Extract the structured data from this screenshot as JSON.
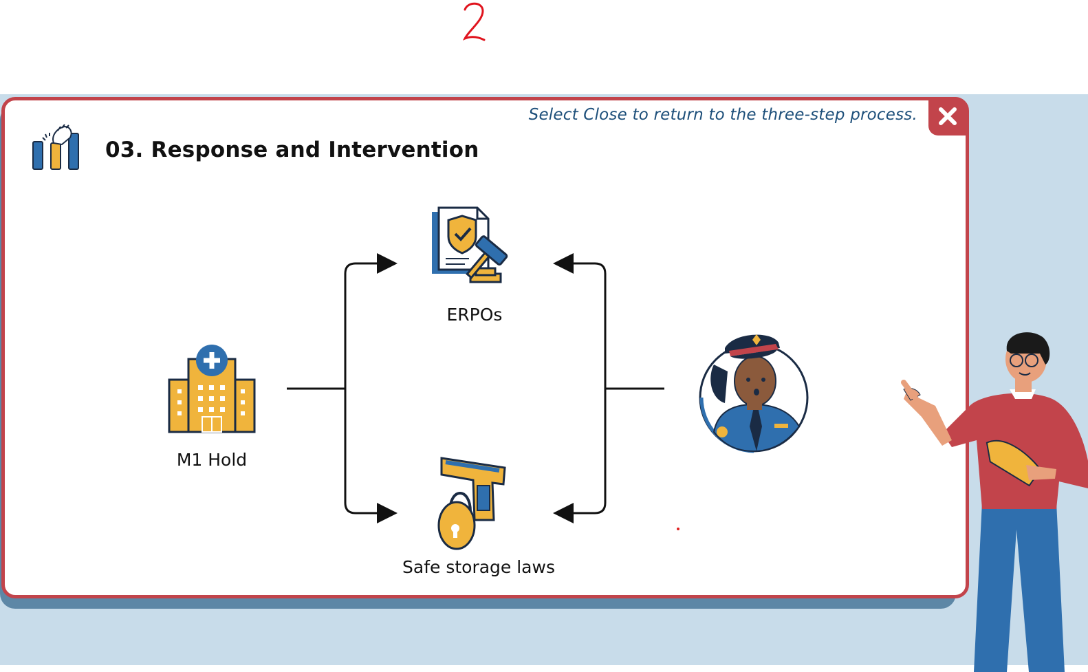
{
  "annotation": {
    "mark": "2"
  },
  "dialog": {
    "instruction": "Select Close to return to the three-step process.",
    "close_icon": "close-icon",
    "title": "03. Response and Intervention",
    "title_icon": "raised-hands-icon"
  },
  "diagram": {
    "left_node": {
      "label": "M1 Hold",
      "icon": "hospital-icon"
    },
    "top_node": {
      "label": "ERPOs",
      "icon": "legal-document-gavel-icon"
    },
    "bottom_node": {
      "label": "Safe storage laws",
      "icon": "gun-lock-icon"
    },
    "right_node": {
      "label": "",
      "icon": "police-officer-icon"
    }
  },
  "colors": {
    "border_red": "#c2444b",
    "stage_blue": "#c8dcea",
    "accent_yellow": "#f0b43c",
    "accent_blue": "#2f6fae",
    "instruction_blue": "#1d4f7a"
  }
}
